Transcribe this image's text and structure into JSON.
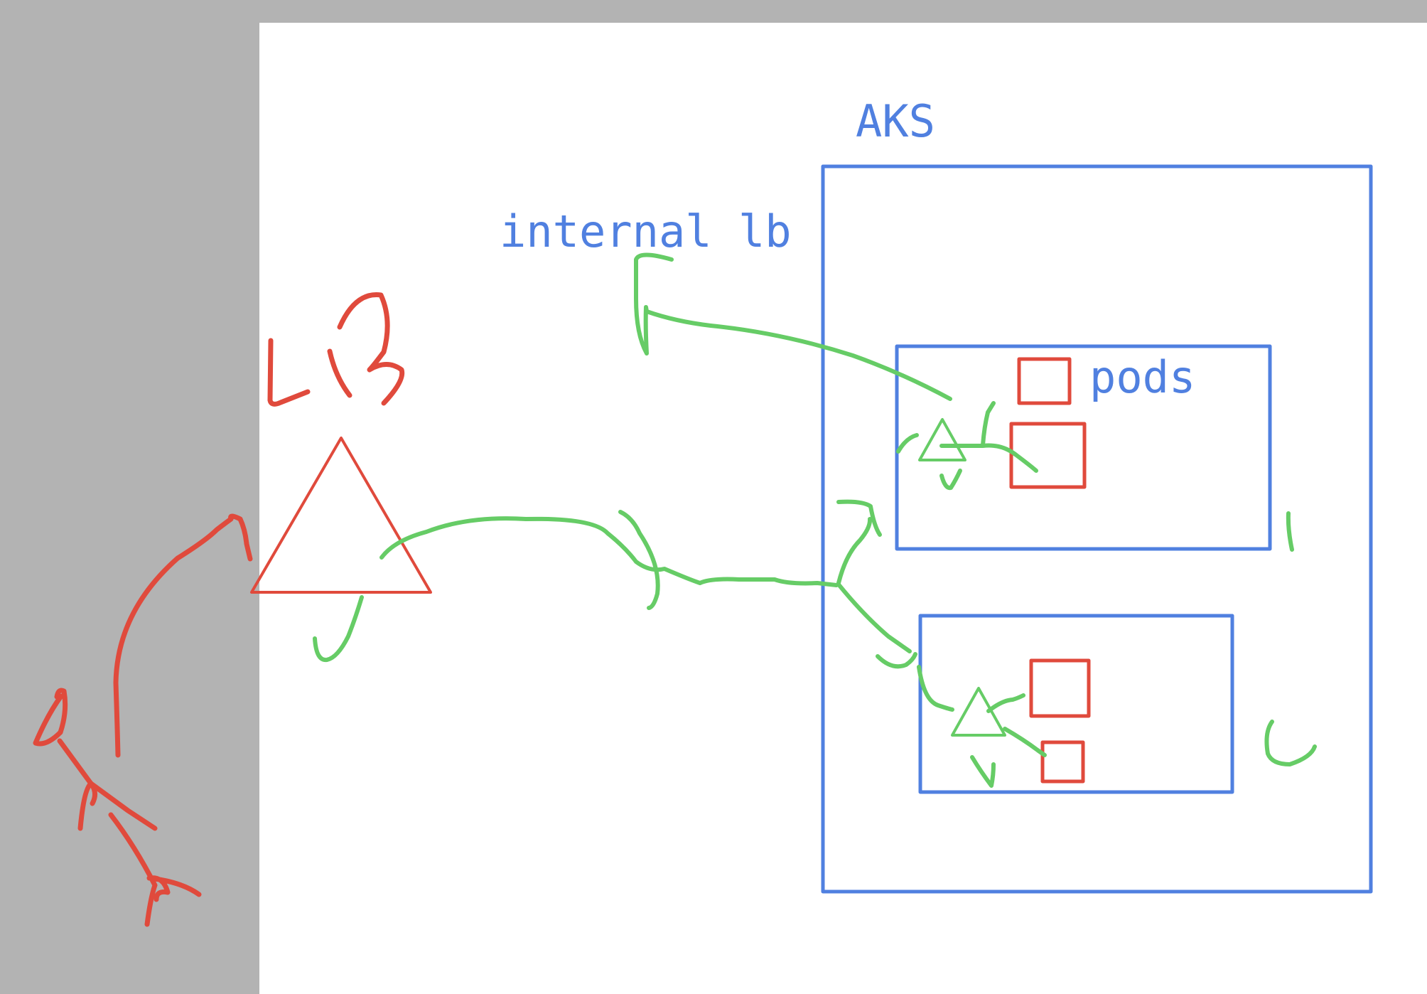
{
  "colors": {
    "background_left": "#b3b3b3",
    "canvas": "#ffffff",
    "blue": "#5080e0",
    "red": "#e04a3c",
    "green": "#66cc66"
  },
  "labels": {
    "aks": "AKS",
    "internal_lb": "internal lb",
    "pods": "pods"
  },
  "handwriting": {
    "lb_scribble": "LB",
    "note": "Handwritten 'LB' near red triangle load balancer; stick-figure user on left"
  }
}
